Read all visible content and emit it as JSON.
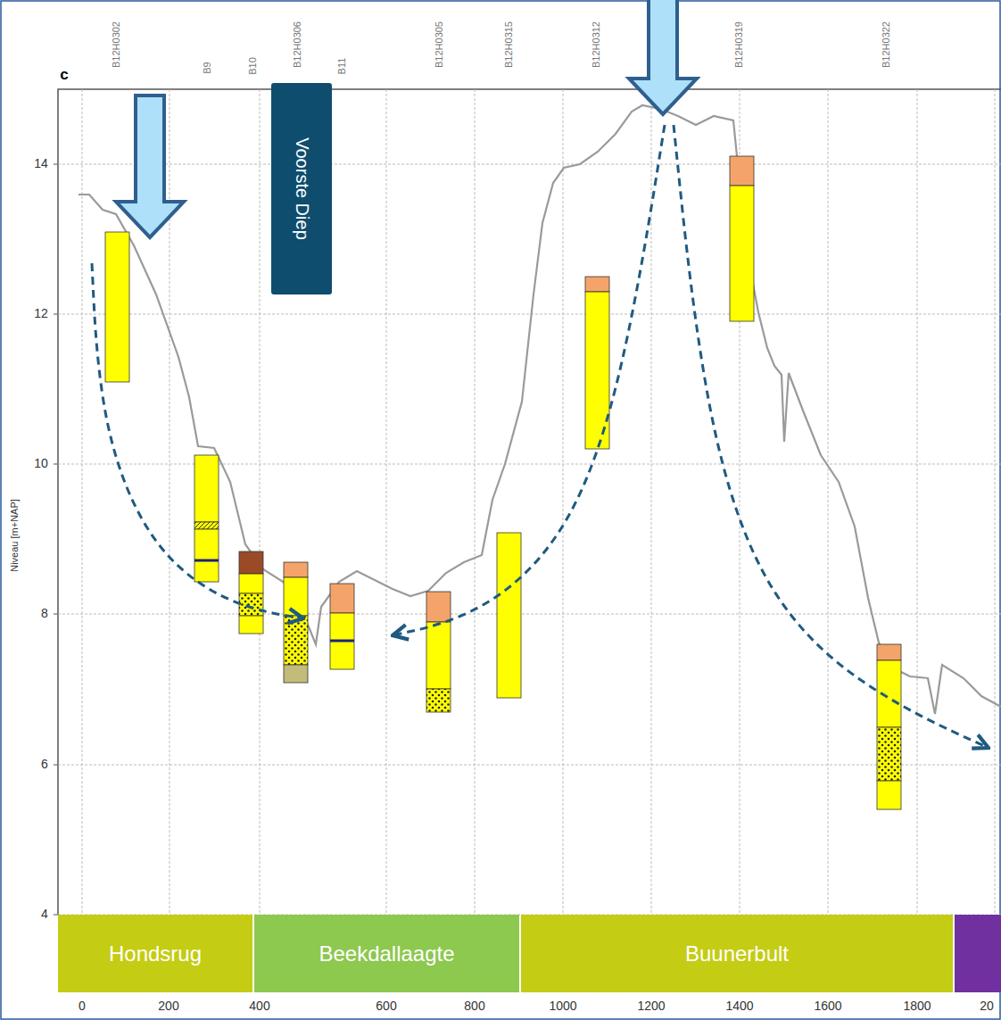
{
  "diagram": {
    "nodes": [
      {
        "text": [
          "Voorste Diep"
        ]
      },
      {
        "text": [
          "Hondsrug"
        ]
      },
      {
        "text": [
          "Beekdallaagte"
        ]
      },
      {
        "text": [
          "Buunerbult"
        ]
      }
    ],
    "labels": [
      "c",
      "B12H0302",
      "B9",
      "B10",
      "B12H0306",
      "B11",
      "B12H0305",
      "B12H0315",
      "B12H0312",
      "B12H0319",
      "B12H0322",
      "Niveau [m+NAP]",
      "14",
      "12",
      "10",
      "8",
      "6",
      "4",
      "0",
      "200",
      "400",
      "600",
      "800",
      "1000",
      "1200",
      "1400",
      "1600",
      "1800",
      "20"
    ]
  }
}
